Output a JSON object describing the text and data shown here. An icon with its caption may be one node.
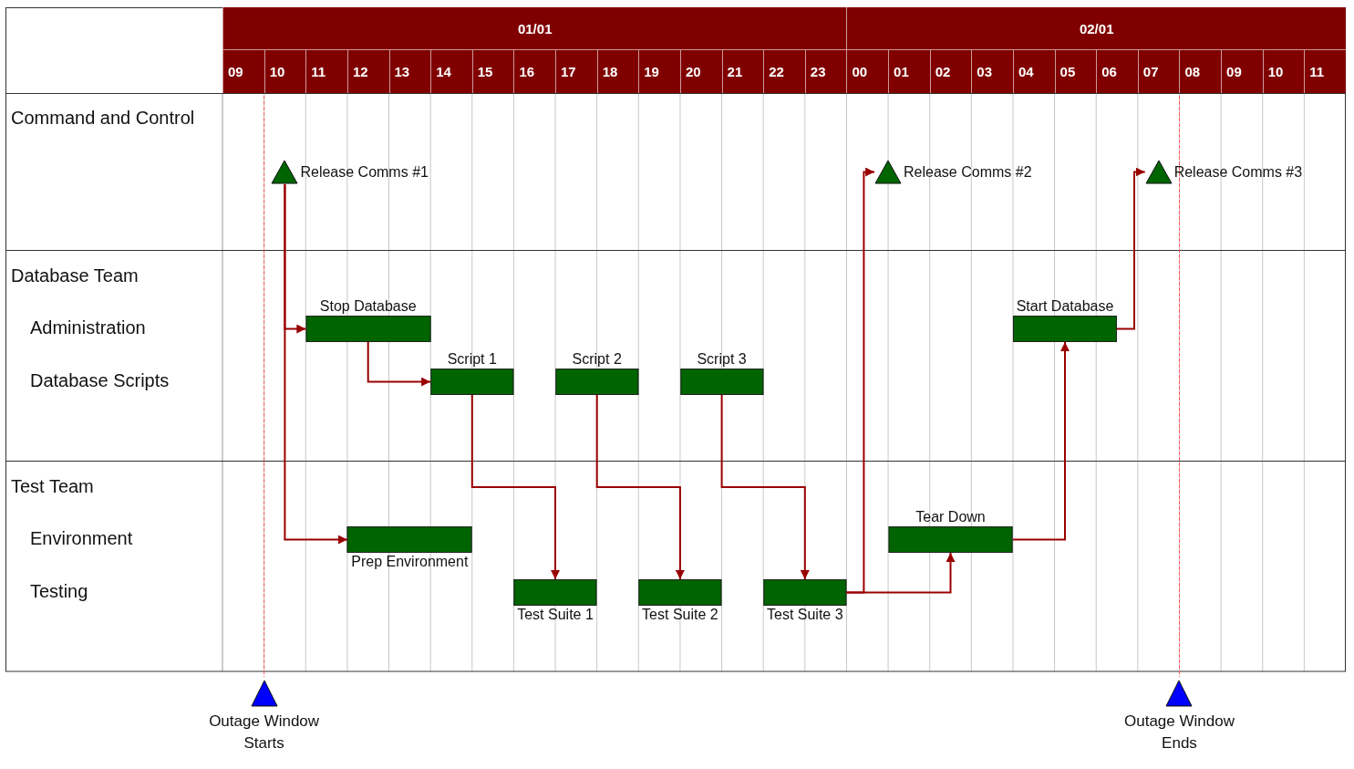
{
  "diagram": {
    "nodes": [
      {
        "text": [
          "Release Comms #1"
        ]
      },
      {
        "text": [
          "Release Comms #2"
        ]
      },
      {
        "text": [
          "Release Comms #3"
        ]
      },
      {
        "text": [
          "Stop Database"
        ]
      },
      {
        "text": [
          "Start Database"
        ]
      },
      {
        "text": [
          "Script 1"
        ]
      },
      {
        "text": [
          "Script 2"
        ]
      },
      {
        "text": [
          "Script 3"
        ]
      },
      {
        "text": [
          "Prep Environment"
        ]
      },
      {
        "text": [
          "Tear Down"
        ]
      },
      {
        "text": [
          "Test Suite 1"
        ]
      },
      {
        "text": [
          "Test Suite 2"
        ]
      },
      {
        "text": [
          "Test Suite 3"
        ]
      },
      {
        "text": [
          "Outage Window Starts"
        ]
      },
      {
        "text": [
          "Outage Window Ends"
        ]
      }
    ],
    "edges": [
      {
        "from": 0,
        "to": 3,
        "arrow": "to"
      },
      {
        "from": 0,
        "to": 8,
        "arrow": "to"
      },
      {
        "from": 3,
        "to": 5,
        "arrow": "to"
      },
      {
        "from": 5,
        "to": 10,
        "arrow": "to"
      },
      {
        "from": 6,
        "to": 11,
        "arrow": "to"
      },
      {
        "from": 7,
        "to": 12,
        "arrow": "to"
      },
      {
        "from": 12,
        "to": 1,
        "arrow": "to"
      },
      {
        "from": 12,
        "to": 9,
        "arrow": "to"
      },
      {
        "from": 9,
        "to": 4,
        "arrow": "to"
      },
      {
        "from": 4,
        "to": 2,
        "arrow": "to"
      }
    ],
    "labels": [
      "01/01",
      "02/01",
      "09",
      "10",
      "11",
      "12",
      "13",
      "14",
      "15",
      "16",
      "17",
      "18",
      "19",
      "20",
      "21",
      "22",
      "23",
      "00",
      "01",
      "02",
      "03",
      "04",
      "05",
      "06",
      "07",
      "08",
      "09",
      "10",
      "11",
      "Command and Control",
      "Database Team",
      "Administration",
      "Database Scripts",
      "Test Team",
      "Environment",
      "Testing"
    ]
  }
}
